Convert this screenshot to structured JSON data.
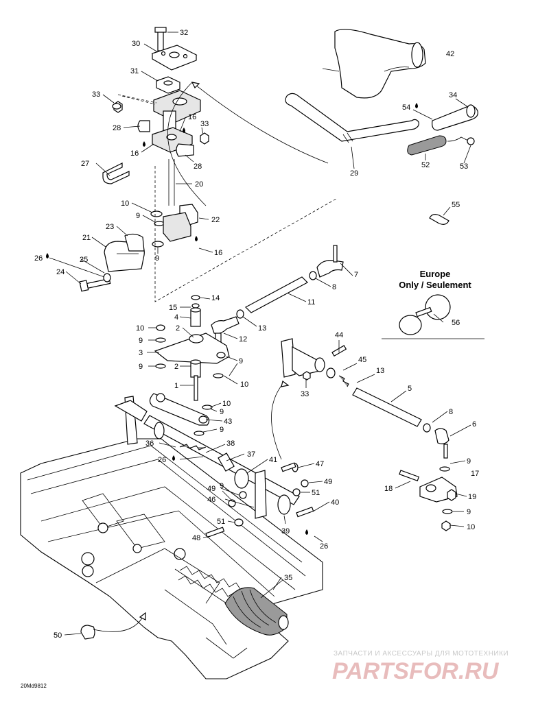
{
  "callouts": [
    {
      "id": "c32",
      "text": "32"
    },
    {
      "id": "c30",
      "text": "30"
    },
    {
      "id": "c31",
      "text": "31"
    },
    {
      "id": "c33a",
      "text": "33"
    },
    {
      "id": "c16a",
      "text": "16"
    },
    {
      "id": "c33b",
      "text": "33"
    },
    {
      "id": "c28a",
      "text": "28"
    },
    {
      "id": "c16b",
      "text": "16"
    },
    {
      "id": "c28b",
      "text": "28"
    },
    {
      "id": "c27",
      "text": "27"
    },
    {
      "id": "c20",
      "text": "20"
    },
    {
      "id": "c10a",
      "text": "10"
    },
    {
      "id": "c9a",
      "text": "9"
    },
    {
      "id": "c22",
      "text": "22"
    },
    {
      "id": "c23",
      "text": "23"
    },
    {
      "id": "c21",
      "text": "21"
    },
    {
      "id": "c16c",
      "text": "16"
    },
    {
      "id": "c9b",
      "text": "9"
    },
    {
      "id": "c26a",
      "text": "26"
    },
    {
      "id": "c25",
      "text": "25"
    },
    {
      "id": "c24",
      "text": "24"
    },
    {
      "id": "c42",
      "text": "42"
    },
    {
      "id": "c34",
      "text": "34"
    },
    {
      "id": "c54",
      "text": "54"
    },
    {
      "id": "c29",
      "text": "29"
    },
    {
      "id": "c52",
      "text": "52"
    },
    {
      "id": "c53",
      "text": "53"
    },
    {
      "id": "c55",
      "text": "55"
    },
    {
      "id": "c7",
      "text": "7"
    },
    {
      "id": "c8a",
      "text": "8"
    },
    {
      "id": "c11",
      "text": "11"
    },
    {
      "id": "c14",
      "text": "14"
    },
    {
      "id": "c15",
      "text": "15"
    },
    {
      "id": "c4",
      "text": "4"
    },
    {
      "id": "c13a",
      "text": "13"
    },
    {
      "id": "c2a",
      "text": "2"
    },
    {
      "id": "c12",
      "text": "12"
    },
    {
      "id": "c10b",
      "text": "10"
    },
    {
      "id": "c9c",
      "text": "9"
    },
    {
      "id": "c3",
      "text": "3"
    },
    {
      "id": "c9d",
      "text": "9"
    },
    {
      "id": "c2b",
      "text": "2"
    },
    {
      "id": "c9e",
      "text": "9"
    },
    {
      "id": "c10c",
      "text": "10"
    },
    {
      "id": "c1",
      "text": "1"
    },
    {
      "id": "c10d",
      "text": "10"
    },
    {
      "id": "c9f",
      "text": "9"
    },
    {
      "id": "c43",
      "text": "43"
    },
    {
      "id": "c9g",
      "text": "9"
    },
    {
      "id": "c36",
      "text": "36"
    },
    {
      "id": "c38",
      "text": "38"
    },
    {
      "id": "c26b",
      "text": "26"
    },
    {
      "id": "c37",
      "text": "37"
    },
    {
      "id": "c41",
      "text": "41"
    },
    {
      "id": "c47",
      "text": "47"
    },
    {
      "id": "c49a",
      "text": "49"
    },
    {
      "id": "c49b",
      "text": "49"
    },
    {
      "id": "c9h",
      "text": "9"
    },
    {
      "id": "c51a",
      "text": "51"
    },
    {
      "id": "c46",
      "text": "46"
    },
    {
      "id": "c40",
      "text": "40"
    },
    {
      "id": "c51b",
      "text": "51"
    },
    {
      "id": "c39",
      "text": "39"
    },
    {
      "id": "c48",
      "text": "48"
    },
    {
      "id": "c26c",
      "text": "26"
    },
    {
      "id": "c44",
      "text": "44"
    },
    {
      "id": "c45",
      "text": "45"
    },
    {
      "id": "c13b",
      "text": "13"
    },
    {
      "id": "c33c",
      "text": "33"
    },
    {
      "id": "c5",
      "text": "5"
    },
    {
      "id": "c8b",
      "text": "8"
    },
    {
      "id": "c6",
      "text": "6"
    },
    {
      "id": "c9i",
      "text": "9"
    },
    {
      "id": "c17",
      "text": "17"
    },
    {
      "id": "c18",
      "text": "18"
    },
    {
      "id": "c19",
      "text": "19"
    },
    {
      "id": "c9j",
      "text": "9"
    },
    {
      "id": "c10e",
      "text": "10"
    },
    {
      "id": "c35",
      "text": "35"
    },
    {
      "id": "c50",
      "text": "50"
    },
    {
      "id": "c56",
      "text": "56"
    }
  ],
  "europe_note": {
    "line1": "Europe",
    "line2": "Only / Seulement"
  },
  "drawing_code": "20Md9812",
  "watermark": {
    "top": "ЗАПЧАСТИ И АКСЕССУАРЫ ДЛЯ МОТОТЕХНИКИ",
    "main": "PARTSFOR.RU"
  },
  "colors": {
    "line": "#000000",
    "background": "#ffffff",
    "watermark": "#e8bcbc"
  },
  "icons": [
    "lubricant-drop-icon"
  ]
}
